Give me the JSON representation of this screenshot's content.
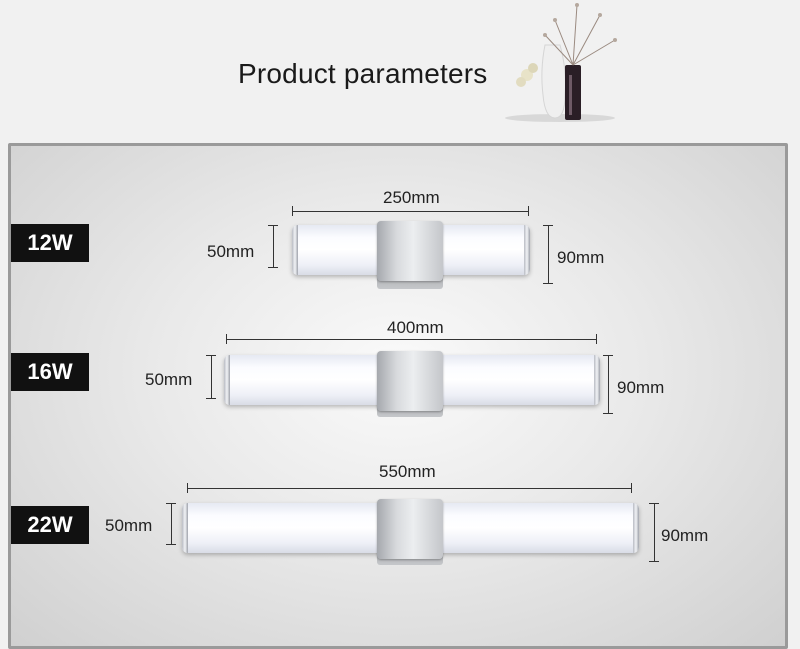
{
  "header": {
    "title": "Product parameters"
  },
  "products": [
    {
      "power": "12W",
      "length": "250mm",
      "diameter": "50mm",
      "height": "90mm"
    },
    {
      "power": "16W",
      "length": "400mm",
      "diameter": "50mm",
      "height": "90mm"
    },
    {
      "power": "22W",
      "length": "550mm",
      "diameter": "50mm",
      "height": "90mm"
    }
  ]
}
